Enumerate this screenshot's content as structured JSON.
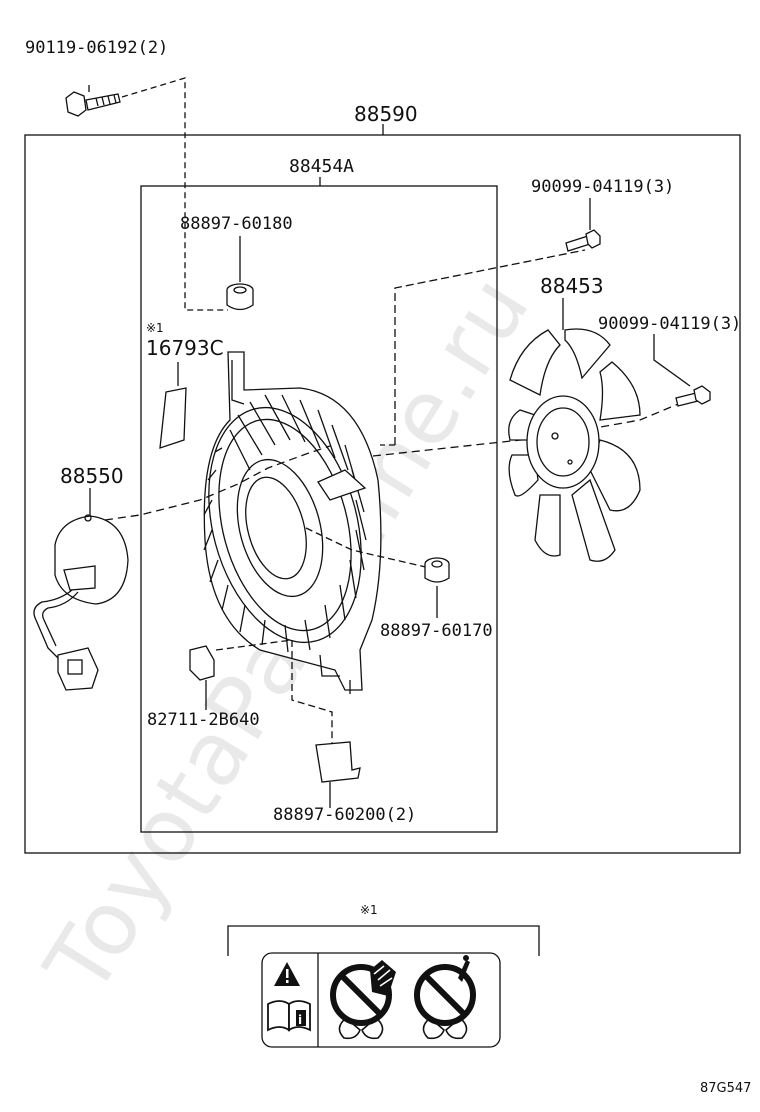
{
  "parts": {
    "bolt_top": "90119-06192(2)",
    "assembly": "88590",
    "shroud": "88454A",
    "grommet_top": "88897-60180",
    "label_note": "※1",
    "label_part": "16793C",
    "motor": "88550",
    "fan_bolt_upper": "90099-04119(3)",
    "fan": "88453",
    "fan_bolt_lower": "90099-04119(3)",
    "grommet_right": "88897-60170",
    "clip": "82711-2B640",
    "clamp": "88897-60200(2)"
  },
  "legend": {
    "note_marker": "※1"
  },
  "figure_code": "87G547",
  "watermark": "ToyotaPartMine.ru",
  "icons": [
    "warning-icon",
    "manual-info-icon",
    "no-hand-in-fan-icon",
    "no-tool-in-fan-icon"
  ]
}
